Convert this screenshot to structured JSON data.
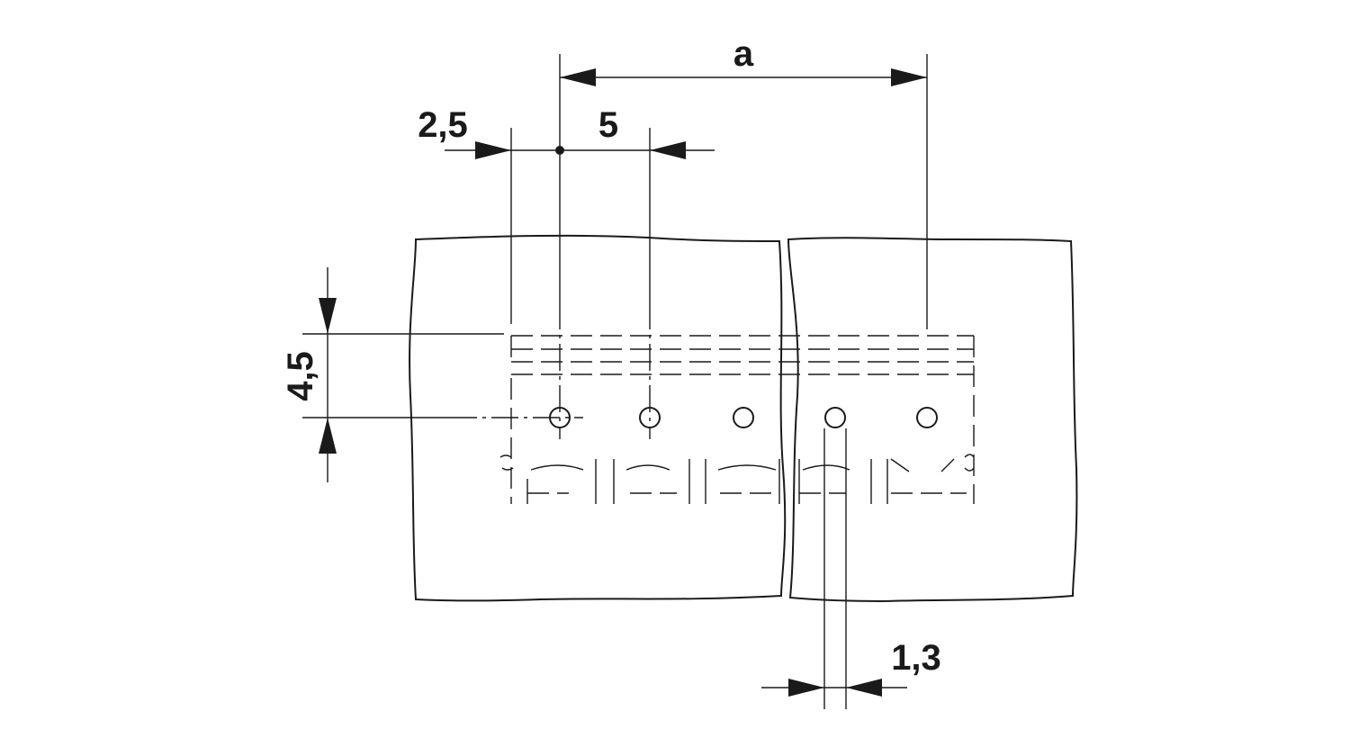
{
  "diagram": {
    "dimensions": {
      "overall": "a",
      "edge_offset": "2,5",
      "pitch": "5",
      "row_offset": "4,5",
      "pin_width": "1,3"
    },
    "colors": {
      "line": "#1a1a1a",
      "background": "#ffffff"
    }
  }
}
